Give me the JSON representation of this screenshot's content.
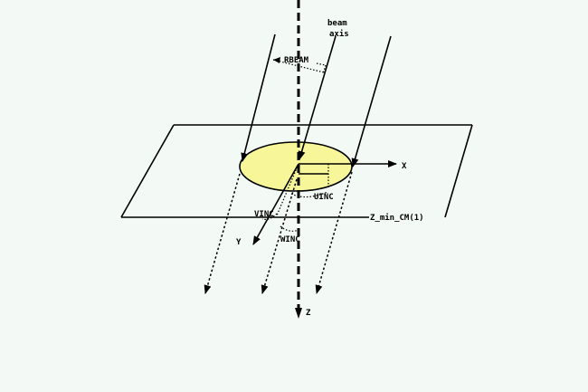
{
  "labels": {
    "beam_axis_line1": "beam",
    "beam_axis_line2": "axis",
    "rbeam": "RBEAM",
    "x_axis": "X",
    "y_axis": "Y",
    "z_axis": "Z",
    "uinc": "UINC",
    "vinc": "VINC",
    "winc": "WINC",
    "z_min": "Z_min_CM(1)"
  },
  "colors": {
    "background": "#f3faf5",
    "beam_spot_fill": "#f7f79a",
    "line": "#000000"
  }
}
